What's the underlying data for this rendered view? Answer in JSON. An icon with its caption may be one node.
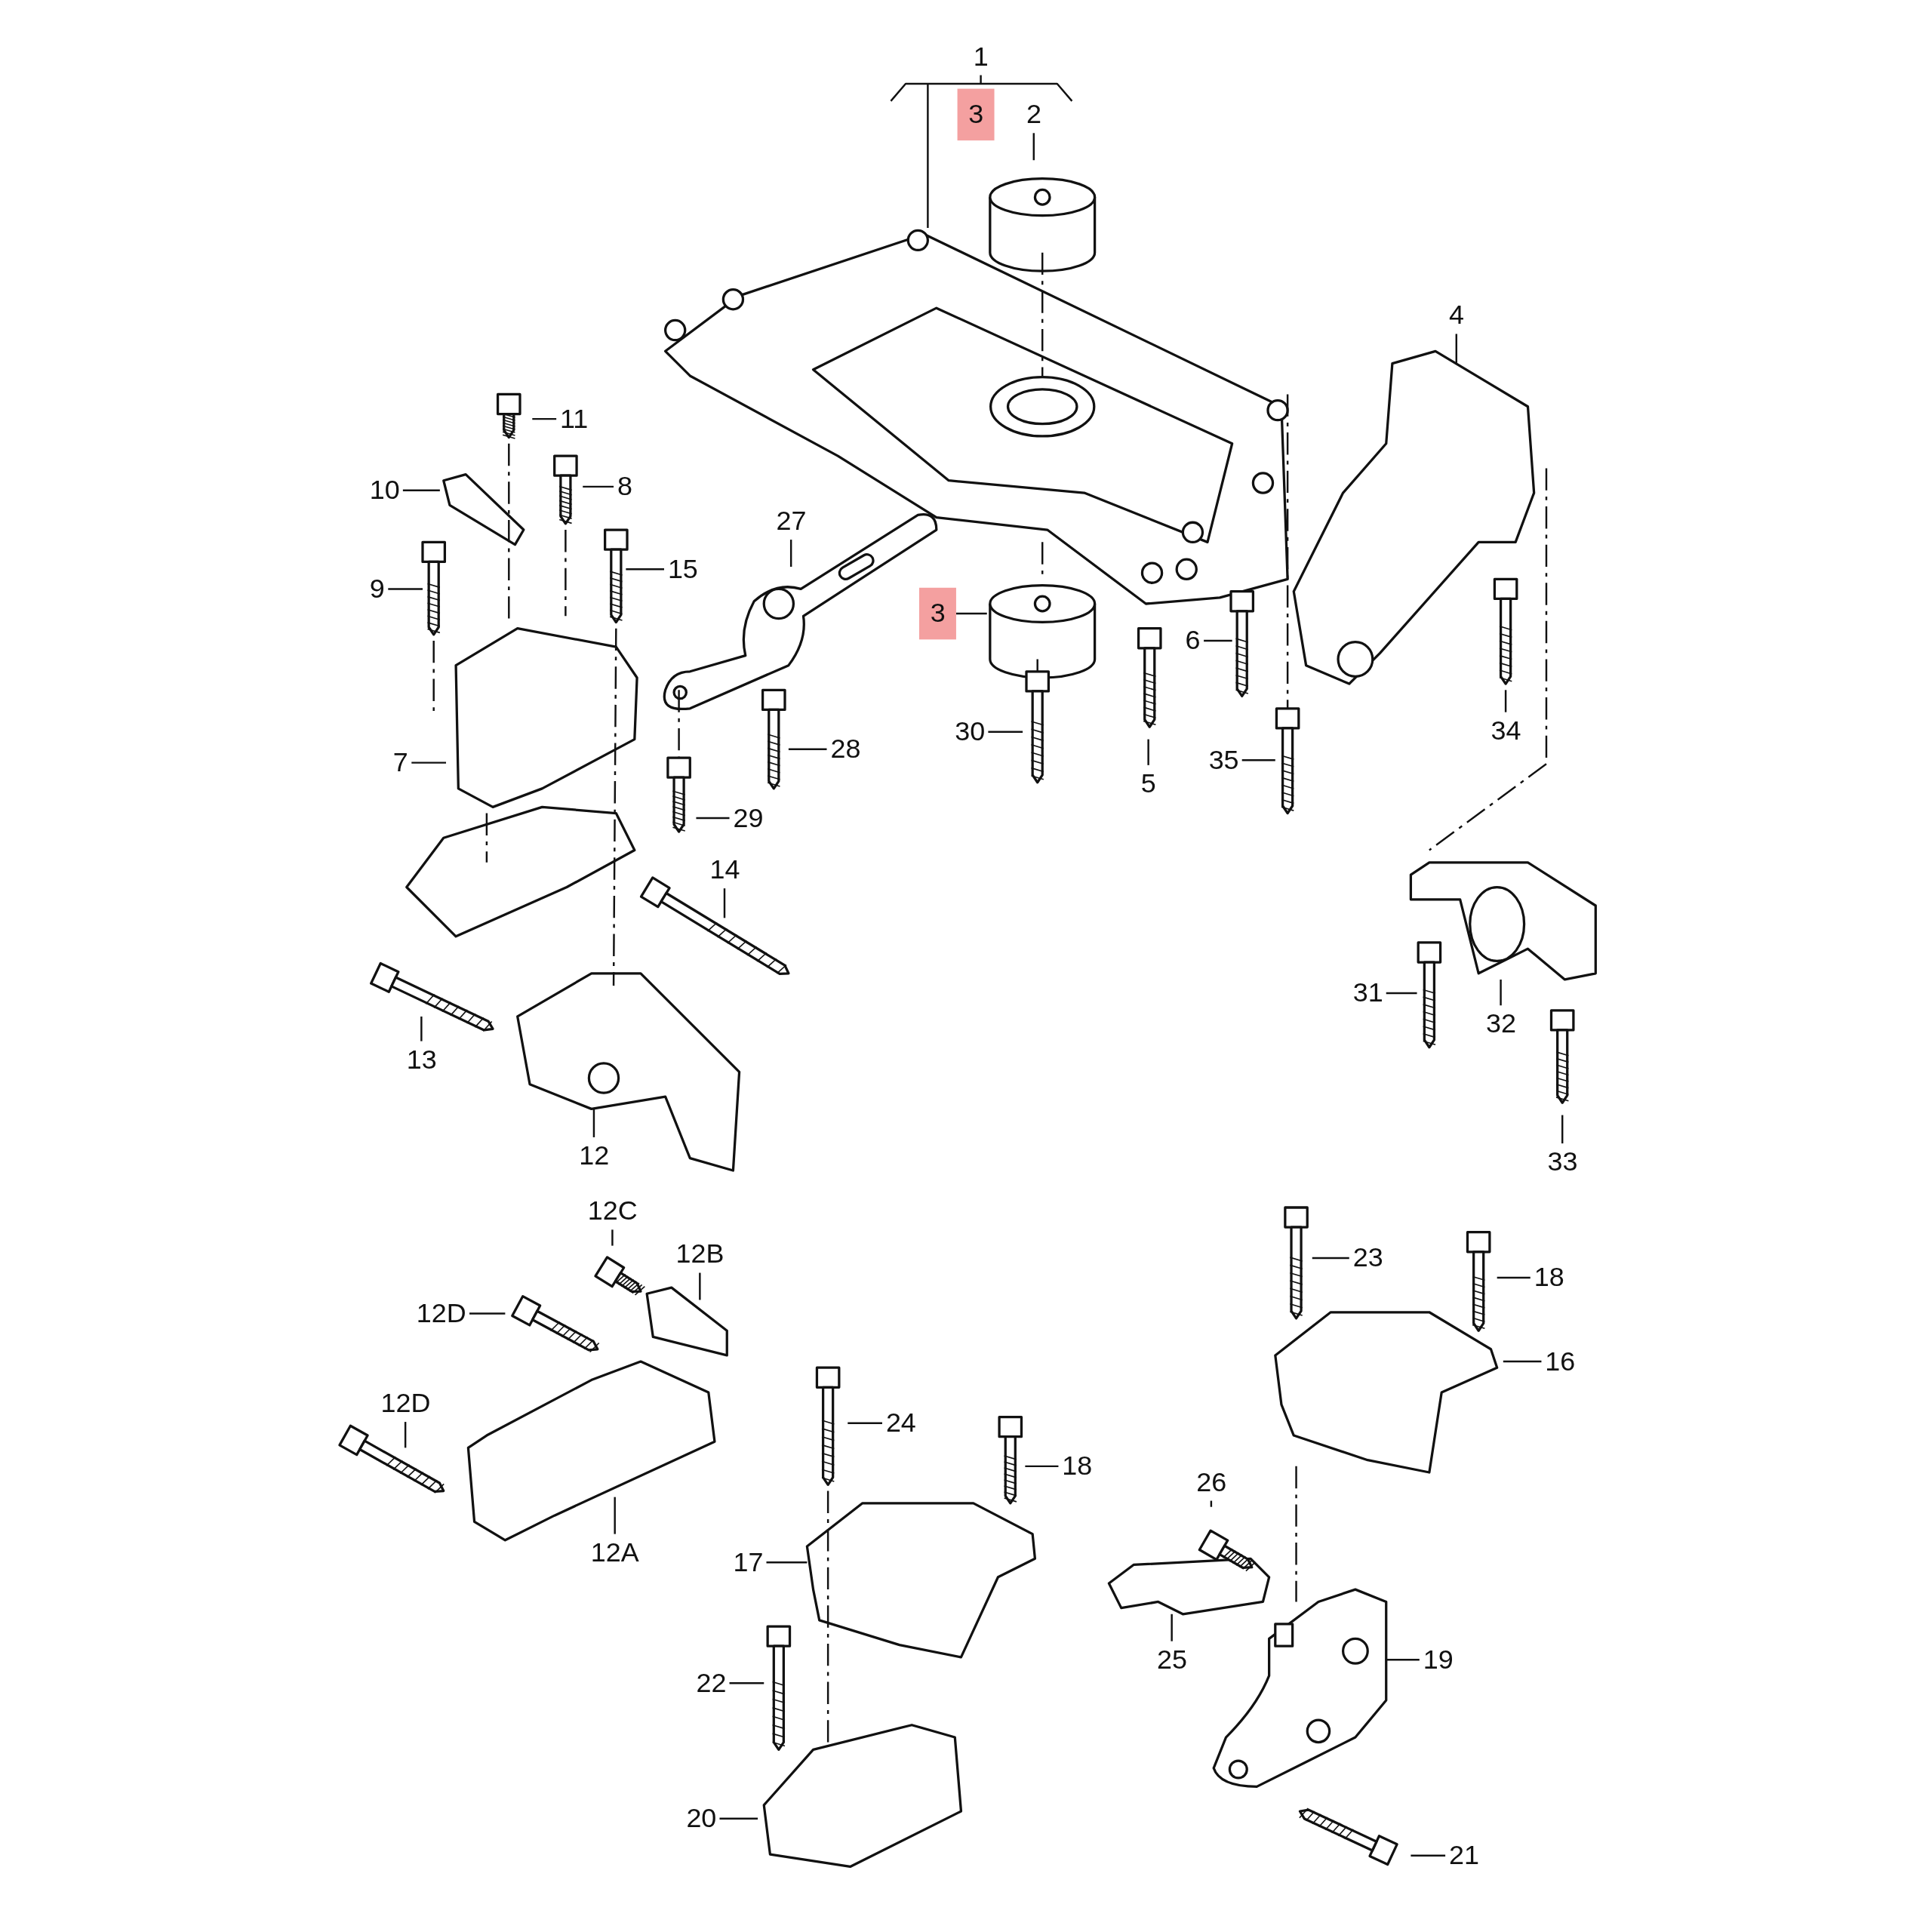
{
  "diagram": {
    "nodes": [
      {
        "text": [
          "1"
        ]
      },
      {
        "text": [
          "3"
        ]
      },
      {
        "text": [
          "2"
        ]
      },
      {
        "text": [
          "3"
        ]
      },
      {
        "text": [
          "4"
        ]
      },
      {
        "text": [
          "11"
        ]
      },
      {
        "text": [
          "10"
        ]
      },
      {
        "text": [
          "8"
        ]
      },
      {
        "text": [
          "9"
        ]
      },
      {
        "text": [
          "15"
        ]
      },
      {
        "text": [
          "27"
        ]
      },
      {
        "text": [
          "7"
        ]
      },
      {
        "text": [
          "28"
        ]
      },
      {
        "text": [
          "29"
        ]
      },
      {
        "text": [
          "30"
        ]
      },
      {
        "text": [
          "5"
        ]
      },
      {
        "text": [
          "6"
        ]
      },
      {
        "text": [
          "35"
        ]
      },
      {
        "text": [
          "34"
        ]
      },
      {
        "text": [
          "14"
        ]
      },
      {
        "text": [
          "13"
        ]
      },
      {
        "text": [
          "12"
        ]
      },
      {
        "text": [
          "31"
        ]
      },
      {
        "text": [
          "32"
        ]
      },
      {
        "text": [
          "33"
        ]
      },
      {
        "text": [
          "12C"
        ]
      },
      {
        "text": [
          "12B"
        ]
      },
      {
        "text": [
          "12D"
        ]
      },
      {
        "text": [
          "12D"
        ]
      },
      {
        "text": [
          "12A"
        ]
      },
      {
        "text": [
          "23"
        ]
      },
      {
        "text": [
          "18"
        ]
      },
      {
        "text": [
          "16"
        ]
      },
      {
        "text": [
          "24"
        ]
      },
      {
        "text": [
          "18"
        ]
      },
      {
        "text": [
          "17"
        ]
      },
      {
        "text": [
          "26"
        ]
      },
      {
        "text": [
          "25"
        ]
      },
      {
        "text": [
          "19"
        ]
      },
      {
        "text": [
          "22"
        ]
      },
      {
        "text": [
          "20"
        ]
      },
      {
        "text": [
          "21"
        ]
      }
    ],
    "edges": [
      {
        "from": 0,
        "to": null,
        "arrow": "none"
      },
      {
        "from": 2,
        "to": null,
        "arrow": "none"
      },
      {
        "from": 3,
        "to": null,
        "arrow": "none"
      },
      {
        "from": 4,
        "to": null,
        "arrow": "none"
      },
      {
        "from": 5,
        "to": null,
        "arrow": "none"
      },
      {
        "from": 6,
        "to": null,
        "arrow": "none"
      },
      {
        "from": 7,
        "to": null,
        "arrow": "none"
      },
      {
        "from": 8,
        "to": null,
        "arrow": "none"
      },
      {
        "from": 9,
        "to": null,
        "arrow": "none"
      },
      {
        "from": 10,
        "to": null,
        "arrow": "none"
      },
      {
        "from": 11,
        "to": null,
        "arrow": "none"
      },
      {
        "from": 12,
        "to": null,
        "arrow": "none"
      },
      {
        "from": 13,
        "to": null,
        "arrow": "none"
      },
      {
        "from": 14,
        "to": null,
        "arrow": "none"
      },
      {
        "from": 15,
        "to": null,
        "arrow": "none"
      },
      {
        "from": 16,
        "to": null,
        "arrow": "none"
      },
      {
        "from": 17,
        "to": null,
        "arrow": "none"
      },
      {
        "from": 18,
        "to": null,
        "arrow": "none"
      },
      {
        "from": 19,
        "to": null,
        "arrow": "none"
      },
      {
        "from": 20,
        "to": null,
        "arrow": "none"
      },
      {
        "from": 21,
        "to": null,
        "arrow": "none"
      },
      {
        "from": 22,
        "to": null,
        "arrow": "none"
      },
      {
        "from": 23,
        "to": null,
        "arrow": "none"
      },
      {
        "from": 24,
        "to": null,
        "arrow": "none"
      },
      {
        "from": 25,
        "to": null,
        "arrow": "none"
      },
      {
        "from": 26,
        "to": null,
        "arrow": "none"
      },
      {
        "from": 27,
        "to": null,
        "arrow": "none"
      },
      {
        "from": 28,
        "to": null,
        "arrow": "none"
      },
      {
        "from": 29,
        "to": null,
        "arrow": "none"
      },
      {
        "from": 30,
        "to": null,
        "arrow": "none"
      },
      {
        "from": 31,
        "to": null,
        "arrow": "none"
      },
      {
        "from": 32,
        "to": null,
        "arrow": "none"
      },
      {
        "from": 33,
        "to": null,
        "arrow": "none"
      },
      {
        "from": 34,
        "to": null,
        "arrow": "none"
      },
      {
        "from": 35,
        "to": null,
        "arrow": "none"
      },
      {
        "from": 36,
        "to": null,
        "arrow": "none"
      },
      {
        "from": 37,
        "to": null,
        "arrow": "none"
      },
      {
        "from": 38,
        "to": null,
        "arrow": "none"
      },
      {
        "from": 39,
        "to": null,
        "arrow": "none"
      },
      {
        "from": 40,
        "to": null,
        "arrow": "none"
      },
      {
        "from": 41,
        "to": null,
        "arrow": "none"
      }
    ]
  }
}
